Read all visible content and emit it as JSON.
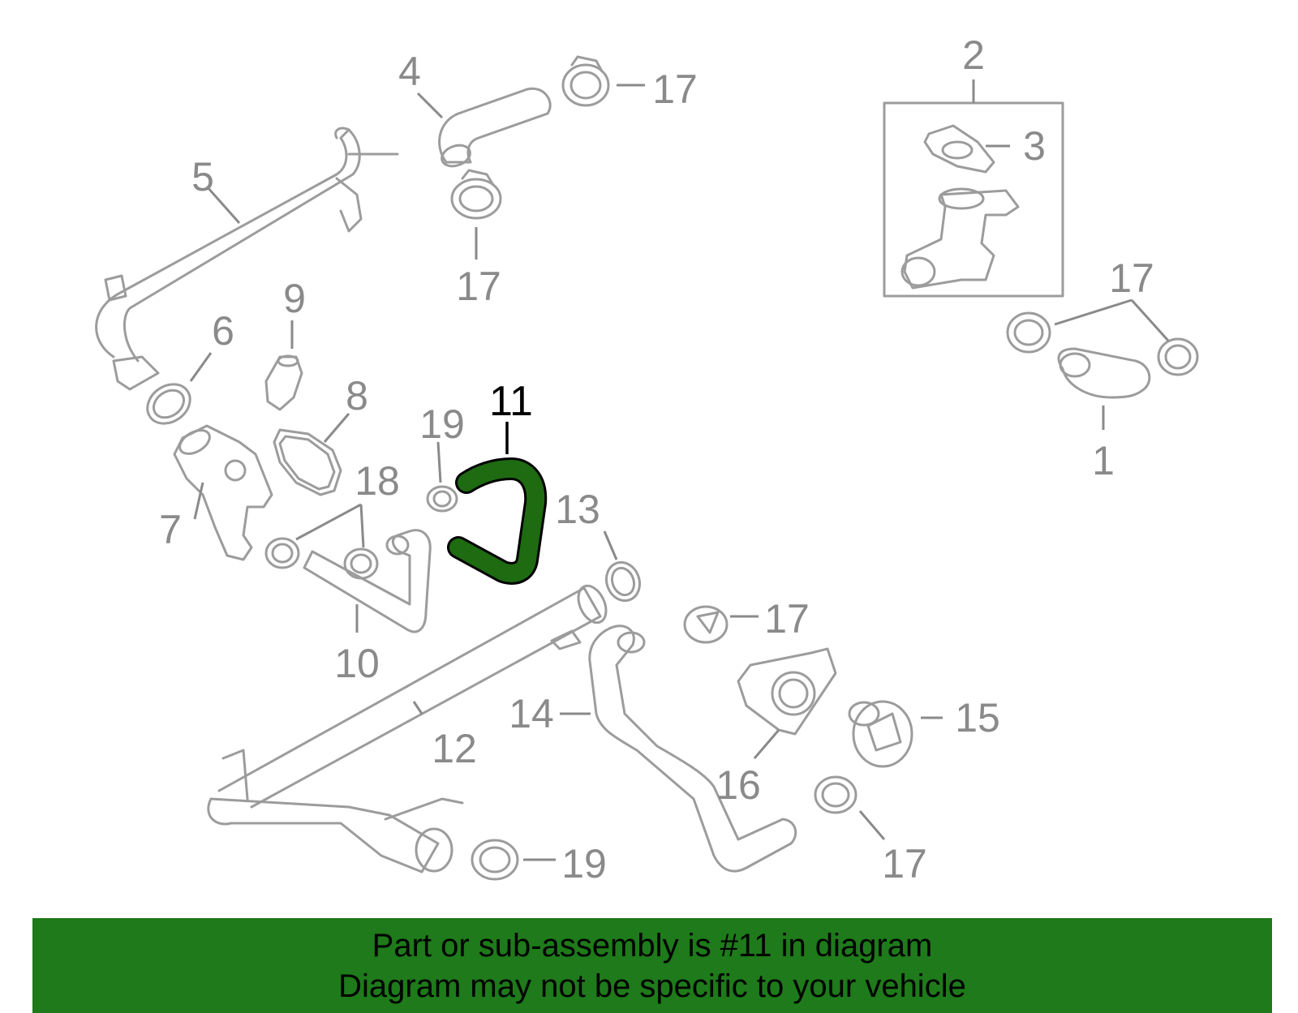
{
  "diagram": {
    "highlight_color": "#1e6b12",
    "highlight_part": "11",
    "labels": {
      "p1": "1",
      "p2": "2",
      "p3": "3",
      "p4": "4",
      "p5": "5",
      "p6": "6",
      "p7": "7",
      "p8": "8",
      "p9": "9",
      "p10": "10",
      "p11": "11",
      "p12": "12",
      "p13": "13",
      "p14": "14",
      "p15": "15",
      "p16": "16",
      "p17a": "17",
      "p17b": "17",
      "p17c": "17",
      "p17d": "17",
      "p17e": "17",
      "p18": "18",
      "p19a": "19",
      "p19b": "19"
    }
  },
  "banner": {
    "color": "#1e7a1a",
    "line1": "Part or sub-assembly is #11 in diagram",
    "line2": "Diagram may not be specific to your vehicle"
  }
}
